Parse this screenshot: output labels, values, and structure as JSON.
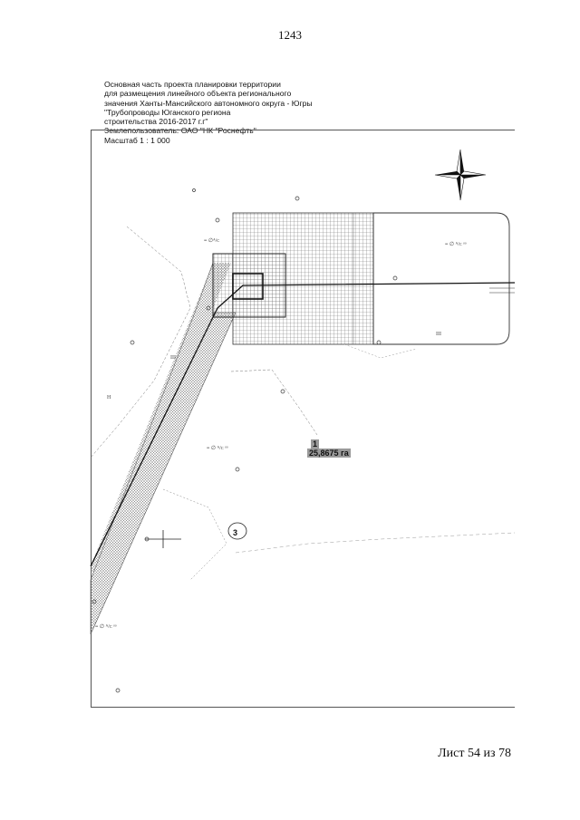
{
  "page": {
    "number": "1243",
    "sheet": "Лист 54 из 78"
  },
  "title_block": {
    "lines": [
      "Основная часть проекта планировки территории",
      "для размещения линейного объекта регионального",
      "значения Ханты-Мансийского автономного округа - Югры",
      "\"Трубопроводы Юганского региона",
      "строительства 2016-2017 г.г\"",
      "Землепользователь: ОАО \"НК \"Роснефть\"",
      "Масштаб 1 : 1 000"
    ]
  },
  "map": {
    "plot_number": "1",
    "plot_area": "25,8675 га",
    "circle_marker": "3",
    "compass_label": "north-arrow"
  }
}
